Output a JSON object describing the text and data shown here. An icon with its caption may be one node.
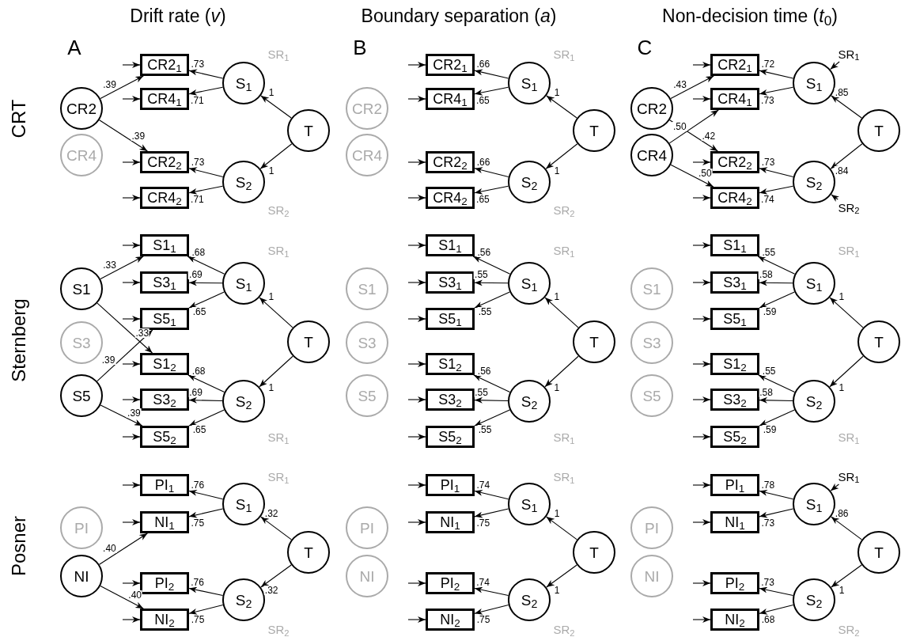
{
  "diagram": {
    "nodes": [
      {
        "text": [
          "CR2"
        ]
      },
      {
        "text": [
          "CR4"
        ]
      },
      {
        "text": [
          "CR2$_{1}$"
        ]
      },
      {
        "text": [
          "CR4$_{1}$"
        ]
      },
      {
        "text": [
          "CR2$_{2}$"
        ]
      },
      {
        "text": [
          "CR4$_{2}$"
        ]
      },
      {
        "text": [
          "S$_{1}$"
        ]
      },
      {
        "text": [
          "S$_{2}$"
        ]
      },
      {
        "text": [
          "T"
        ]
      },
      {
        "text": [
          "CR2"
        ]
      },
      {
        "text": [
          "CR4"
        ]
      },
      {
        "text": [
          "CR2$_{1}$"
        ]
      },
      {
        "text": [
          "CR4$_{1}$"
        ]
      },
      {
        "text": [
          "CR2$_{2}$"
        ]
      },
      {
        "text": [
          "CR4$_{2}$"
        ]
      },
      {
        "text": [
          "S$_{1}$"
        ]
      },
      {
        "text": [
          "S$_{2}$"
        ]
      },
      {
        "text": [
          "T"
        ]
      },
      {
        "text": [
          "CR2"
        ]
      },
      {
        "text": [
          "CR4"
        ]
      },
      {
        "text": [
          "CR2$_{1}$"
        ]
      },
      {
        "text": [
          "CR4$_{1}$"
        ]
      },
      {
        "text": [
          "CR2$_{2}$"
        ]
      },
      {
        "text": [
          "CR4$_{2}$"
        ]
      },
      {
        "text": [
          "S$_{1}$"
        ]
      },
      {
        "text": [
          "S$_{2}$"
        ]
      },
      {
        "text": [
          "T"
        ]
      },
      {
        "text": [
          "SR$_{1}$"
        ]
      },
      {
        "text": [
          "SR$_{2}$"
        ]
      },
      {
        "text": [
          "S1"
        ]
      },
      {
        "text": [
          "S3"
        ]
      },
      {
        "text": [
          "S5"
        ]
      },
      {
        "text": [
          "S1$_{1}$"
        ]
      },
      {
        "text": [
          "S3$_{1}$"
        ]
      },
      {
        "text": [
          "S5$_{1}$"
        ]
      },
      {
        "text": [
          "S1$_{2}$"
        ]
      },
      {
        "text": [
          "S3$_{2}$"
        ]
      },
      {
        "text": [
          "S5$_{2}$"
        ]
      },
      {
        "text": [
          "S$_{1}$"
        ]
      },
      {
        "text": [
          "S$_{2}$"
        ]
      },
      {
        "text": [
          "T"
        ]
      },
      {
        "text": [
          "S1"
        ]
      },
      {
        "text": [
          "S3"
        ]
      },
      {
        "text": [
          "S5"
        ]
      },
      {
        "text": [
          "S1$_{1}$"
        ]
      },
      {
        "text": [
          "S3$_{1}$"
        ]
      },
      {
        "text": [
          "S5$_{1}$"
        ]
      },
      {
        "text": [
          "S1$_{2}$"
        ]
      },
      {
        "text": [
          "S3$_{2}$"
        ]
      },
      {
        "text": [
          "S5$_{2}$"
        ]
      },
      {
        "text": [
          "S$_{1}$"
        ]
      },
      {
        "text": [
          "S$_{2}$"
        ]
      },
      {
        "text": [
          "T"
        ]
      },
      {
        "text": [
          "S1"
        ]
      },
      {
        "text": [
          "S3"
        ]
      },
      {
        "text": [
          "S5"
        ]
      },
      {
        "text": [
          "S1$_{1}$"
        ]
      },
      {
        "text": [
          "S3$_{1}$"
        ]
      },
      {
        "text": [
          "S5$_{1}$"
        ]
      },
      {
        "text": [
          "S1$_{2}$"
        ]
      },
      {
        "text": [
          "S3$_{2}$"
        ]
      },
      {
        "text": [
          "S5$_{2}$"
        ]
      },
      {
        "text": [
          "S$_{1}$"
        ]
      },
      {
        "text": [
          "S$_{2}$"
        ]
      },
      {
        "text": [
          "T"
        ]
      },
      {
        "text": [
          "PI"
        ]
      },
      {
        "text": [
          "NI"
        ]
      },
      {
        "text": [
          "PI$_{1}$"
        ]
      },
      {
        "text": [
          "NI$_{1}$"
        ]
      },
      {
        "text": [
          "PI$_{2}$"
        ]
      },
      {
        "text": [
          "NI$_{2}$"
        ]
      },
      {
        "text": [
          "S$_{1}$"
        ]
      },
      {
        "text": [
          "S$_{2}$"
        ]
      },
      {
        "text": [
          "T"
        ]
      },
      {
        "text": [
          "PI"
        ]
      },
      {
        "text": [
          "NI"
        ]
      },
      {
        "text": [
          "PI$_{1}$"
        ]
      },
      {
        "text": [
          "NI$_{1}$"
        ]
      },
      {
        "text": [
          "PI$_{2}$"
        ]
      },
      {
        "text": [
          "NI$_{2}$"
        ]
      },
      {
        "text": [
          "S$_{1}$"
        ]
      },
      {
        "text": [
          "S$_{2}$"
        ]
      },
      {
        "text": [
          "T"
        ]
      },
      {
        "text": [
          "PI"
        ]
      },
      {
        "text": [
          "NI"
        ]
      },
      {
        "text": [
          "PI$_{1}$"
        ]
      },
      {
        "text": [
          "NI$_{1}$"
        ]
      },
      {
        "text": [
          "PI$_{2}$"
        ]
      },
      {
        "text": [
          "NI$_{2}$"
        ]
      },
      {
        "text": [
          "S$_{1}$"
        ]
      },
      {
        "text": [
          "S$_{2}$"
        ]
      },
      {
        "text": [
          "T"
        ]
      },
      {
        "text": [
          "SR$_{1}$"
        ]
      }
    ],
    "edges": [
      {
        "from": null,
        "to": 2,
        "arrow": "to"
      },
      {
        "from": null,
        "to": 3,
        "arrow": "to"
      },
      {
        "from": null,
        "to": 4,
        "arrow": "to"
      },
      {
        "from": null,
        "to": 5,
        "arrow": "to"
      },
      {
        "from": 0,
        "to": 2,
        "arrow": "to",
        "label": ".39"
      },
      {
        "from": 0,
        "to": 4,
        "arrow": "to",
        "label": ".39"
      },
      {
        "from": 6,
        "to": 2,
        "arrow": "to",
        "label": ".73"
      },
      {
        "from": 6,
        "to": 3,
        "arrow": "to",
        "label": ".71"
      },
      {
        "from": 7,
        "to": 4,
        "arrow": "to",
        "label": ".73"
      },
      {
        "from": 7,
        "to": 5,
        "arrow": "to",
        "label": ".71"
      },
      {
        "from": 8,
        "to": 6,
        "arrow": "to",
        "label": "1"
      },
      {
        "from": 8,
        "to": 7,
        "arrow": "to",
        "label": "1"
      },
      {
        "from": null,
        "to": 11,
        "arrow": "to"
      },
      {
        "from": null,
        "to": 12,
        "arrow": "to"
      },
      {
        "from": null,
        "to": 13,
        "arrow": "to"
      },
      {
        "from": null,
        "to": 14,
        "arrow": "to"
      },
      {
        "from": 15,
        "to": 11,
        "arrow": "to",
        "label": ".66"
      },
      {
        "from": 15,
        "to": 12,
        "arrow": "to",
        "label": ".65"
      },
      {
        "from": 16,
        "to": 13,
        "arrow": "to",
        "label": ".66"
      },
      {
        "from": 16,
        "to": 14,
        "arrow": "to",
        "label": ".65"
      },
      {
        "from": 17,
        "to": 15,
        "arrow": "to",
        "label": "1"
      },
      {
        "from": 17,
        "to": 16,
        "arrow": "to",
        "label": "1"
      },
      {
        "from": null,
        "to": 20,
        "arrow": "to"
      },
      {
        "from": null,
        "to": 21,
        "arrow": "to"
      },
      {
        "from": null,
        "to": 22,
        "arrow": "to"
      },
      {
        "from": null,
        "to": 23,
        "arrow": "to"
      },
      {
        "from": 18,
        "to": 20,
        "arrow": "to",
        "label": ".43"
      },
      {
        "from": 18,
        "to": 22,
        "arrow": "to",
        "label": ".42"
      },
      {
        "from": 19,
        "to": 21,
        "arrow": "to",
        "label": ".50"
      },
      {
        "from": 19,
        "to": 23,
        "arrow": "to",
        "label": ".50"
      },
      {
        "from": 24,
        "to": 20,
        "arrow": "to",
        "label": ".72"
      },
      {
        "from": 24,
        "to": 21,
        "arrow": "to",
        "label": ".73"
      },
      {
        "from": 25,
        "to": 22,
        "arrow": "to",
        "label": ".73"
      },
      {
        "from": 25,
        "to": 23,
        "arrow": "to",
        "label": ".74"
      },
      {
        "from": 26,
        "to": 24,
        "arrow": "to",
        "label": ".85"
      },
      {
        "from": 26,
        "to": 25,
        "arrow": "to",
        "label": ".84"
      },
      {
        "from": 27,
        "to": 24,
        "arrow": "to"
      },
      {
        "from": 28,
        "to": 25,
        "arrow": "to"
      },
      {
        "from": null,
        "to": 32,
        "arrow": "to"
      },
      {
        "from": null,
        "to": 33,
        "arrow": "to"
      },
      {
        "from": null,
        "to": 34,
        "arrow": "to"
      },
      {
        "from": null,
        "to": 35,
        "arrow": "to"
      },
      {
        "from": null,
        "to": 36,
        "arrow": "to"
      },
      {
        "from": null,
        "to": 37,
        "arrow": "to"
      },
      {
        "from": 29,
        "to": 32,
        "arrow": "to",
        "label": ".33"
      },
      {
        "from": 29,
        "to": 35,
        "arrow": "to",
        "label": ".33"
      },
      {
        "from": 31,
        "to": 34,
        "arrow": "to",
        "label": ".39"
      },
      {
        "from": 31,
        "to": 37,
        "arrow": "to",
        "label": ".39"
      },
      {
        "from": 38,
        "to": 32,
        "arrow": "to",
        "label": ".68"
      },
      {
        "from": 38,
        "to": 33,
        "arrow": "to",
        "label": ".69"
      },
      {
        "from": 38,
        "to": 34,
        "arrow": "to",
        "label": ".65"
      },
      {
        "from": 39,
        "to": 35,
        "arrow": "to",
        "label": ".68"
      },
      {
        "from": 39,
        "to": 36,
        "arrow": "to",
        "label": ".69"
      },
      {
        "from": 39,
        "to": 37,
        "arrow": "to",
        "label": ".65"
      },
      {
        "from": 40,
        "to": 38,
        "arrow": "to",
        "label": "1"
      },
      {
        "from": 40,
        "to": 39,
        "arrow": "to",
        "label": "1"
      },
      {
        "from": null,
        "to": 44,
        "arrow": "to"
      },
      {
        "from": null,
        "to": 45,
        "arrow": "to"
      },
      {
        "from": null,
        "to": 46,
        "arrow": "to"
      },
      {
        "from": null,
        "to": 47,
        "arrow": "to"
      },
      {
        "from": null,
        "to": 48,
        "arrow": "to"
      },
      {
        "from": null,
        "to": 49,
        "arrow": "to"
      },
      {
        "from": 50,
        "to": 44,
        "arrow": "to",
        "label": ".56"
      },
      {
        "from": 50,
        "to": 45,
        "arrow": "to",
        "label": ".55"
      },
      {
        "from": 50,
        "to": 46,
        "arrow": "to",
        "label": ".55"
      },
      {
        "from": 51,
        "to": 47,
        "arrow": "to",
        "label": ".56"
      },
      {
        "from": 51,
        "to": 48,
        "arrow": "to",
        "label": ".55"
      },
      {
        "from": 51,
        "to": 49,
        "arrow": "to",
        "label": ".55"
      },
      {
        "from": 52,
        "to": 50,
        "arrow": "to",
        "label": "1"
      },
      {
        "from": 52,
        "to": 51,
        "arrow": "to",
        "label": "1"
      },
      {
        "from": null,
        "to": 56,
        "arrow": "to"
      },
      {
        "from": null,
        "to": 57,
        "arrow": "to"
      },
      {
        "from": null,
        "to": 58,
        "arrow": "to"
      },
      {
        "from": null,
        "to": 59,
        "arrow": "to"
      },
      {
        "from": null,
        "to": 60,
        "arrow": "to"
      },
      {
        "from": null,
        "to": 61,
        "arrow": "to"
      },
      {
        "from": 62,
        "to": 56,
        "arrow": "to",
        "label": ".55"
      },
      {
        "from": 62,
        "to": 57,
        "arrow": "to",
        "label": ".58"
      },
      {
        "from": 62,
        "to": 58,
        "arrow": "to",
        "label": ".59"
      },
      {
        "from": 63,
        "to": 59,
        "arrow": "to",
        "label": ".55"
      },
      {
        "from": 63,
        "to": 60,
        "arrow": "to",
        "label": ".58"
      },
      {
        "from": 63,
        "to": 61,
        "arrow": "to",
        "label": ".59"
      },
      {
        "from": 64,
        "to": 62,
        "arrow": "to",
        "label": "1"
      },
      {
        "from": 64,
        "to": 63,
        "arrow": "to",
        "label": "1"
      },
      {
        "from": null,
        "to": 67,
        "arrow": "to"
      },
      {
        "from": null,
        "to": 68,
        "arrow": "to"
      },
      {
        "from": null,
        "to": 69,
        "arrow": "to"
      },
      {
        "from": null,
        "to": 70,
        "arrow": "to"
      },
      {
        "from": 66,
        "to": 68,
        "arrow": "to",
        "label": ".40"
      },
      {
        "from": 66,
        "to": 70,
        "arrow": "to",
        "label": ".40"
      },
      {
        "from": 71,
        "to": 67,
        "arrow": "to",
        "label": ".76"
      },
      {
        "from": 71,
        "to": 68,
        "arrow": "to",
        "label": ".75"
      },
      {
        "from": 72,
        "to": 69,
        "arrow": "to",
        "label": ".76"
      },
      {
        "from": 72,
        "to": 70,
        "arrow": "to",
        "label": ".75"
      },
      {
        "from": 73,
        "to": 71,
        "arrow": "to",
        "label": ".32"
      },
      {
        "from": 73,
        "to": 72,
        "arrow": "to",
        "label": ".32"
      },
      {
        "from": null,
        "to": 76,
        "arrow": "to"
      },
      {
        "from": null,
        "to": 77,
        "arrow": "to"
      },
      {
        "from": null,
        "to": 78,
        "arrow": "to"
      },
      {
        "from": null,
        "to": 79,
        "arrow": "to"
      },
      {
        "from": 80,
        "to": 76,
        "arrow": "to",
        "label": ".74"
      },
      {
        "from": 80,
        "to": 77,
        "arrow": "to",
        "label": ".75"
      },
      {
        "from": 81,
        "to": 78,
        "arrow": "to",
        "label": ".74"
      },
      {
        "from": 81,
        "to": 79,
        "arrow": "to",
        "label": ".75"
      },
      {
        "from": 82,
        "to": 80,
        "arrow": "to",
        "label": "1"
      },
      {
        "from": 82,
        "to": 81,
        "arrow": "to",
        "label": "1"
      },
      {
        "from": null,
        "to": 85,
        "arrow": "to"
      },
      {
        "from": null,
        "to": 86,
        "arrow": "to"
      },
      {
        "from": null,
        "to": 87,
        "arrow": "to"
      },
      {
        "from": null,
        "to": 88,
        "arrow": "to"
      },
      {
        "from": 89,
        "to": 85,
        "arrow": "to",
        "label": ".78"
      },
      {
        "from": 89,
        "to": 86,
        "arrow": "to",
        "label": ".73"
      },
      {
        "from": 90,
        "to": 87,
        "arrow": "to",
        "label": ".73"
      },
      {
        "from": 90,
        "to": 88,
        "arrow": "to",
        "label": ".68"
      },
      {
        "from": 91,
        "to": 89,
        "arrow": "to",
        "label": ".86"
      },
      {
        "from": 91,
        "to": 90,
        "arrow": "to",
        "label": "1"
      },
      {
        "from": 92,
        "to": 89,
        "arrow": "to"
      }
    ],
    "labels": [
      "Drift rate (*v*)",
      "Boundary separation (*a*)",
      "Non-decision time (*t*$_{0}$)",
      "CRT",
      "A",
      "B",
      "C",
      "SR$_{1}$",
      "SR$_{2}$",
      "SR$_{1}$",
      "SR$_{2}$",
      "Sternberg",
      "SR$_{1}$",
      "SR$_{1}$",
      "SR$_{1}$",
      "SR$_{1}$",
      "SR$_{1}$",
      "SR$_{1}$",
      "Posner",
      "SR$_{1}$",
      "SR$_{2}$",
      "SR$_{1}$",
      "SR$_{2}$",
      "SR$_{2}$"
    ]
  }
}
